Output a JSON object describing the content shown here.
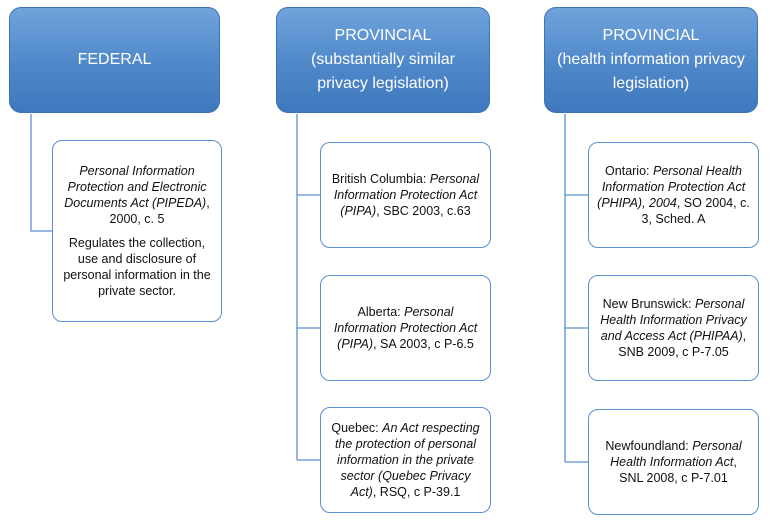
{
  "columns": [
    {
      "header_lines": [
        "FEDERAL"
      ],
      "cards": [
        {
          "paragraphs": [
            [
              {
                "text": "Personal Information Protection and Electronic Documents Act (PIPEDA)",
                "italic": true
              },
              {
                "text": ", 2000, c. 5",
                "italic": false
              }
            ],
            [
              {
                "text": "Regulates the collection, use and disclosure of personal information in the private sector.",
                "italic": false
              }
            ]
          ]
        }
      ]
    },
    {
      "header_lines": [
        "PROVINCIAL",
        "(substantially similar privacy legislation)"
      ],
      "cards": [
        {
          "paragraphs": [
            [
              {
                "text": "British Columbia: ",
                "italic": false
              },
              {
                "text": "Personal Information Protection Act (PIPA)",
                "italic": true
              },
              {
                "text": ", SBC 2003, c.63",
                "italic": false
              }
            ]
          ]
        },
        {
          "paragraphs": [
            [
              {
                "text": "Alberta: ",
                "italic": false
              },
              {
                "text": "Personal Information Protection Act (PIPA)",
                "italic": true
              },
              {
                "text": ", SA 2003, c P-6.5",
                "italic": false
              }
            ]
          ]
        },
        {
          "paragraphs": [
            [
              {
                "text": "Quebec: ",
                "italic": false
              },
              {
                "text": "An Act respecting the protection of personal information in the private sector (Quebec Privacy Act)",
                "italic": true
              },
              {
                "text": ", RSQ, c P-39.1",
                "italic": false
              }
            ]
          ]
        }
      ]
    },
    {
      "header_lines": [
        "PROVINCIAL",
        "(health information privacy legislation)"
      ],
      "cards": [
        {
          "paragraphs": [
            [
              {
                "text": "Ontario: ",
                "italic": false
              },
              {
                "text": "Personal Health Information Protection Act (PHIPA), 2004",
                "italic": true
              },
              {
                "text": ", SO 2004, c. 3, Sched. A",
                "italic": false
              }
            ]
          ]
        },
        {
          "paragraphs": [
            [
              {
                "text": "New Brunswick: ",
                "italic": false
              },
              {
                "text": "Personal Health Information Privacy and Access Act (PHIPAA)",
                "italic": true
              },
              {
                "text": ", SNB 2009, c P-7.05",
                "italic": false
              }
            ]
          ]
        },
        {
          "paragraphs": [
            [
              {
                "text": "Newfoundland: ",
                "italic": false
              },
              {
                "text": "Personal Health Information Act",
                "italic": true
              },
              {
                "text": ", SNL 2008, c P-7.01",
                "italic": false
              }
            ]
          ]
        }
      ]
    }
  ],
  "colors": {
    "header_fill": "#4f88c9",
    "header_text": "#ffffff",
    "card_border": "#5b8fd0",
    "connector": "#5b8fd0"
  }
}
